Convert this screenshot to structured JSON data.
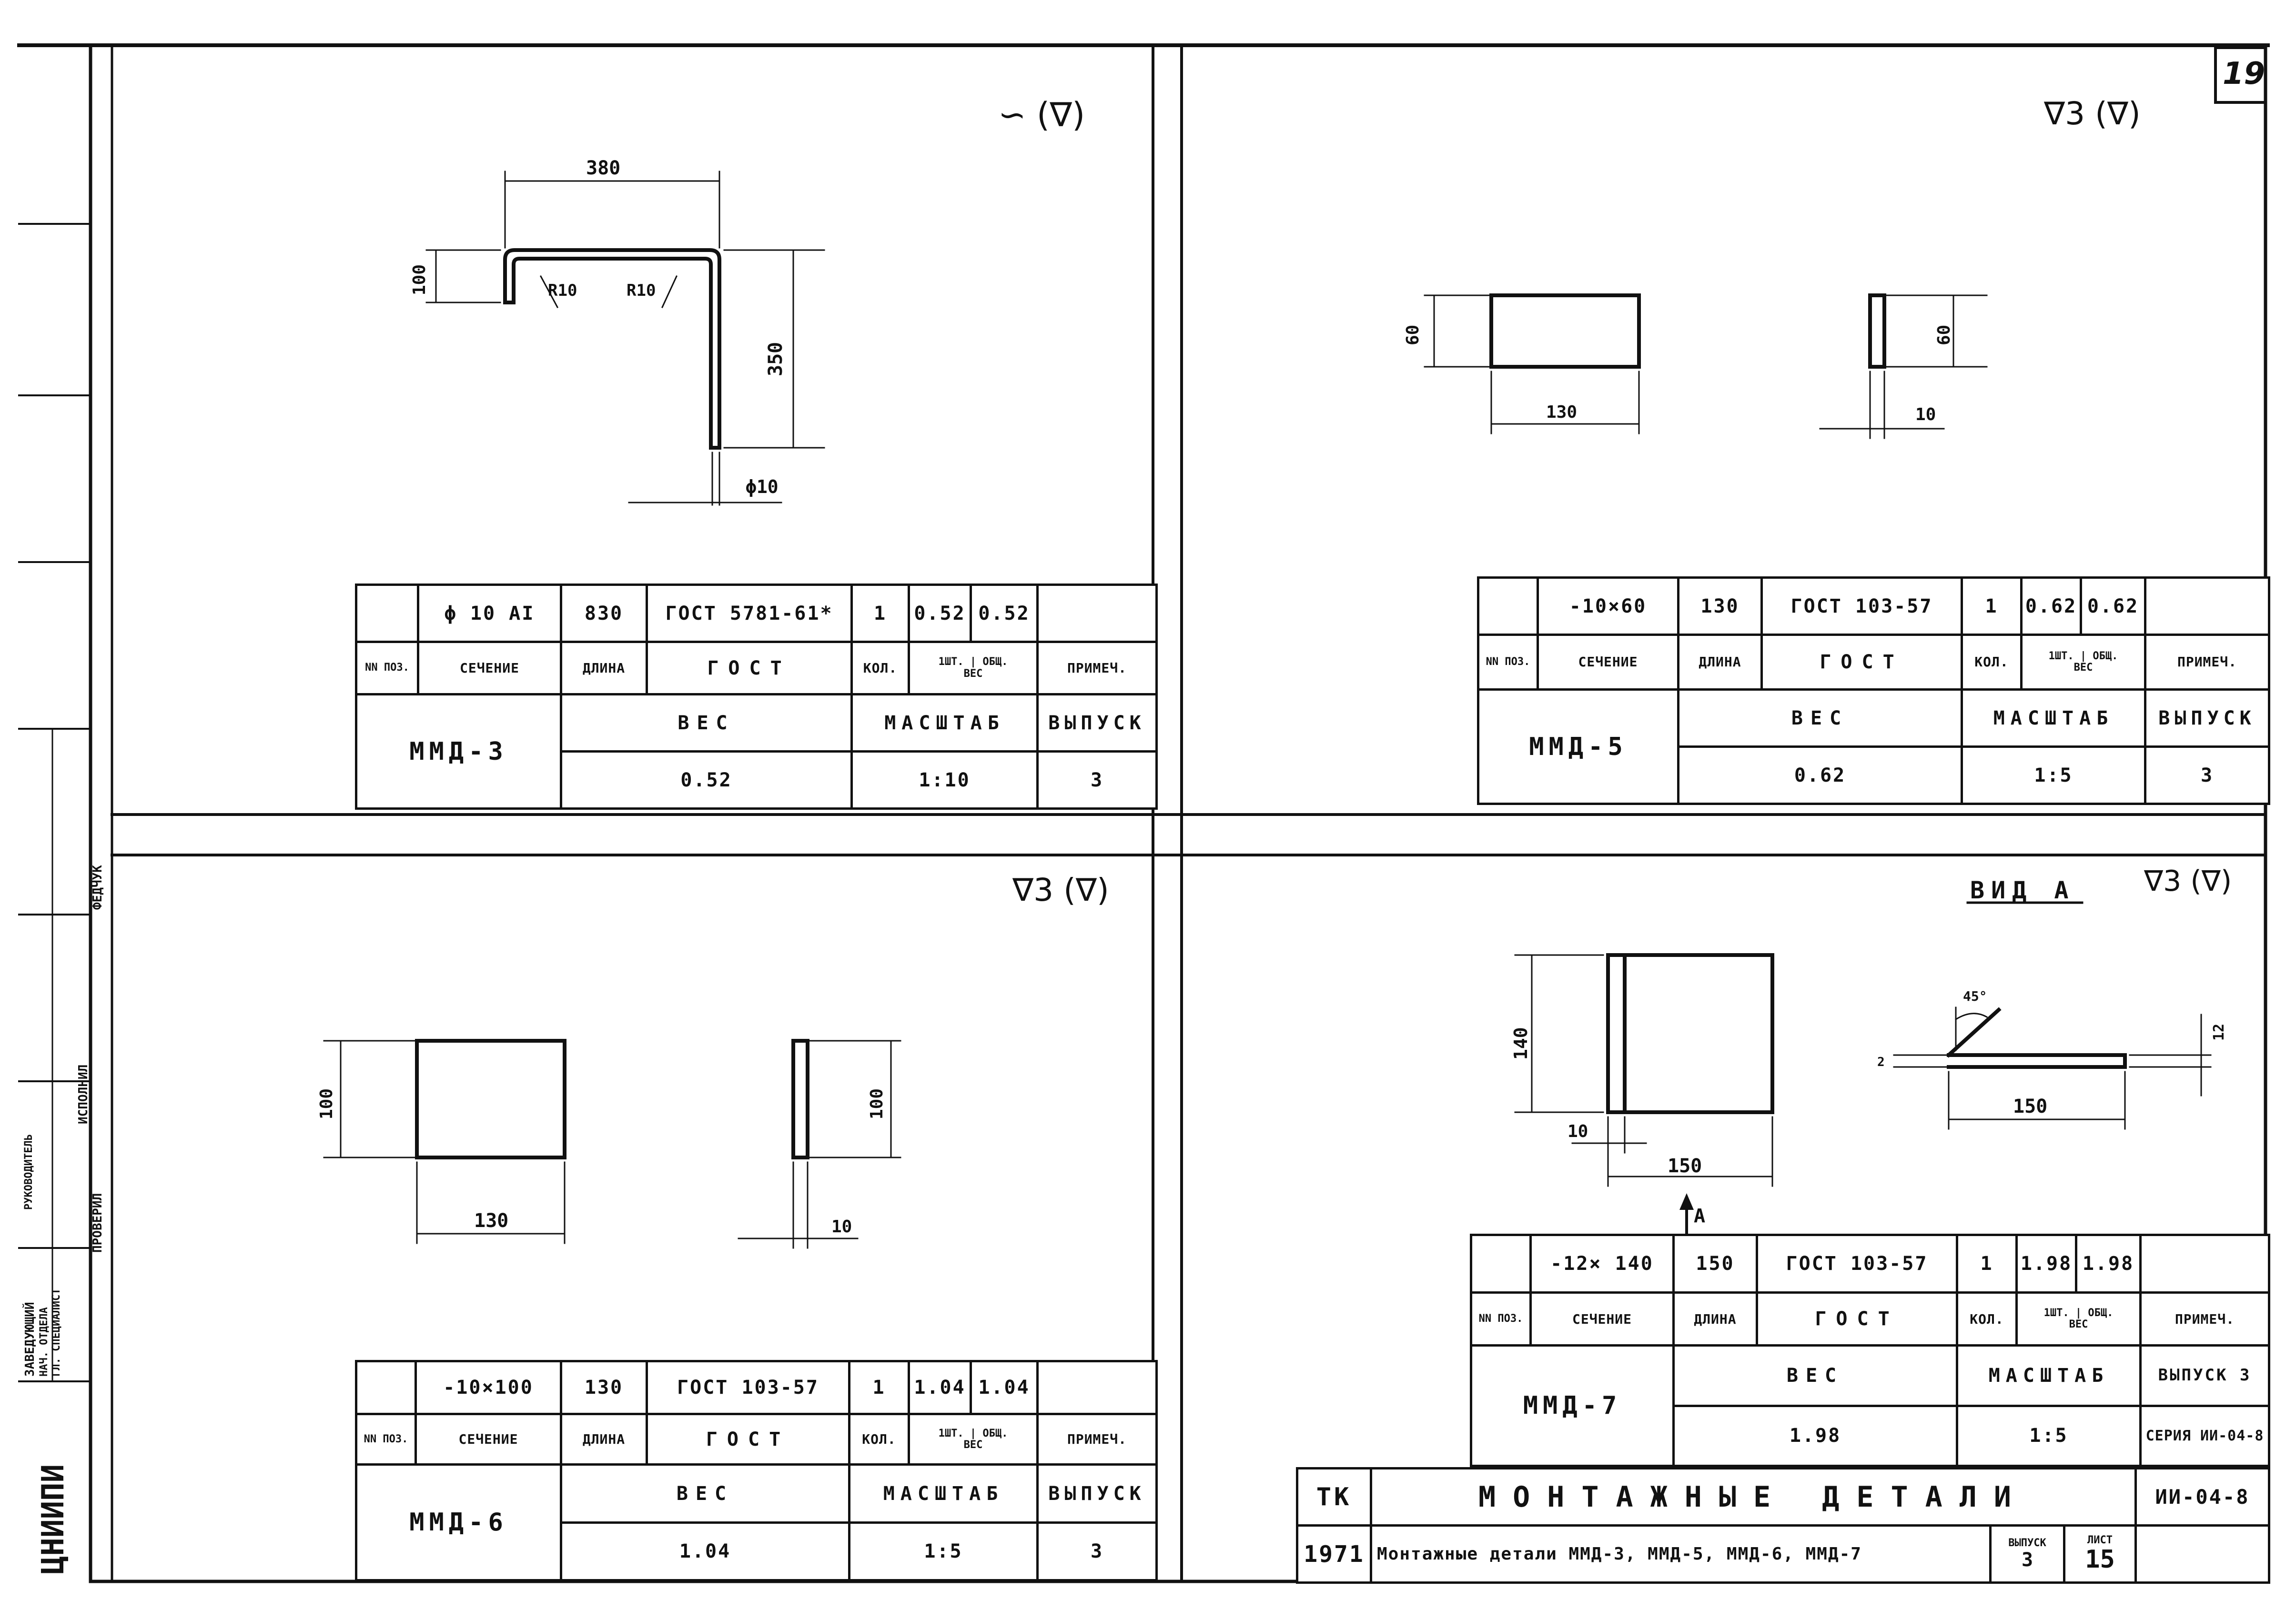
{
  "sheet_number": "19",
  "side_stamp": {
    "labels": [
      "ЗАВЕДУЮЩИЙ",
      "НАЧ. ОТДЕЛА",
      "ГЛ. СПЕЦИАЛИСТ",
      "РУКОВОДИТЕЛЬ",
      "ИСПОЛНИЛ",
      "ПРОВЕРИЛ",
      "ФЕДЧУК"
    ],
    "org_logo": "ЦНИИПИ"
  },
  "panels": {
    "mmd3": {
      "mark": "∽ (∇)",
      "dims": {
        "width": "380",
        "leg": "100",
        "height": "350",
        "r1": "R10",
        "r2": "R10",
        "dia": "ϕ10"
      },
      "spec": {
        "section": "ϕ 10 AI",
        "length": "830",
        "gost": "ГОСТ 5781-61*",
        "qty": "1",
        "w1": "0.52",
        "w2": "0.52"
      },
      "name": "ММД-3",
      "weight": "0.52",
      "scale": "1:10",
      "issue": "3"
    },
    "mmd5": {
      "mark": "∇3 (∇)",
      "dims": {
        "height": "60",
        "width": "130",
        "thick": "10"
      },
      "spec": {
        "section": "-10×60",
        "length": "130",
        "gost": "ГОСТ 103-57",
        "qty": "1",
        "w1": "0.62",
        "w2": "0.62"
      },
      "name": "ММД-5",
      "weight": "0.62",
      "scale": "1:5",
      "issue": "3"
    },
    "mmd6": {
      "mark": "∇3 (∇)",
      "dims": {
        "height": "100",
        "width": "130",
        "thick": "10",
        "height2": "100"
      },
      "spec": {
        "section": "-10×100",
        "length": "130",
        "gost": "ГОСТ 103-57",
        "qty": "1",
        "w1": "1.04",
        "w2": "1.04"
      },
      "name": "ММД-6",
      "weight": "1.04",
      "scale": "1:5",
      "issue": "3"
    },
    "mmd7": {
      "mark": "∇3 (∇)",
      "view_label": "ВИД А",
      "view_arrow": "A",
      "dims": {
        "height": "140",
        "edge": "10",
        "width": "150",
        "angle": "45°",
        "gap": "2",
        "thick": "12",
        "length2": "150"
      },
      "spec": {
        "section": "-12× 140",
        "length": "150",
        "gost": "ГОСТ 103-57",
        "qty": "1",
        "w1": "1.98",
        "w2": "1.98"
      },
      "name": "ММД-7",
      "weight": "1.98",
      "scale": "1:5",
      "issue_label": "ВЫПУСК 3",
      "series": "СЕРИЯ ИИ-04-8"
    }
  },
  "headers": {
    "pos": "NN ПОЗ.",
    "section": "СЕЧЕНИЕ",
    "length": "ДЛИНА",
    "gost": "ГОСТ",
    "qty": "КОЛ.",
    "w1": "1ШТ.",
    "w2": "ОБЩ.",
    "weight_group": "ВЕС",
    "note": "ПРИМЕЧ.",
    "weight": "ВЕС",
    "scale": "МАСШТАБ",
    "issue": "ВЫПУСК"
  },
  "title_block": {
    "tk": "ТК",
    "title": "МОНТАЖНЫЕ ДЕТАЛИ",
    "doc_code": "ИИ-04-8",
    "year": "1971",
    "subtitle": "Монтажные детали ММД-3, ММД-5, ММД-6, ММД-7",
    "issue_label": "ВЫПУСК",
    "issue": "3",
    "sheet_label": "ЛИСТ",
    "sheet": "15"
  }
}
